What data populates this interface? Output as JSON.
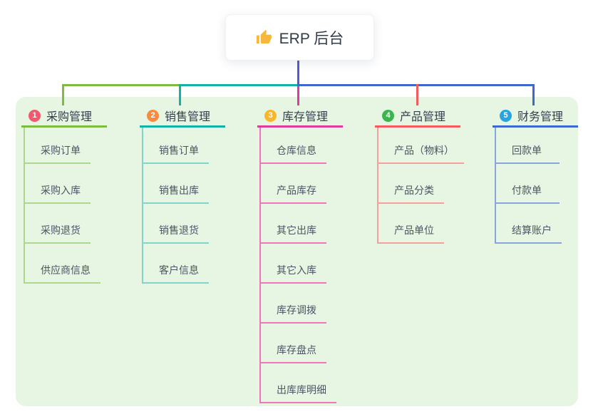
{
  "canvas": {
    "background": "#ffffff",
    "panel_background": "#e7f6e3"
  },
  "root": {
    "label": "ERP 后台",
    "icon": "thumbs-up-icon",
    "icon_color": "#f5b73c",
    "stem_color": "#4f5cd5"
  },
  "branches": [
    {
      "badge": "1",
      "label": "采购管理",
      "badge_color": "#f4586c",
      "line_color": "#7dbc40",
      "child_line_color": "#abd88b",
      "children": [
        "采购订单",
        "采购入库",
        "采购退货",
        "供应商信息"
      ]
    },
    {
      "badge": "2",
      "label": "销售管理",
      "badge_color": "#f78c3f",
      "line_color": "#14b1a6",
      "child_line_color": "#82d3cb",
      "children": [
        "销售订单",
        "销售出库",
        "销售退货",
        "客户信息"
      ]
    },
    {
      "badge": "3",
      "label": "库存管理",
      "badge_color": "#f8b62d",
      "line_color": "#e13a9d",
      "child_line_color": "#ef74bd",
      "children": [
        "仓库信息",
        "产品库存",
        "其它出库",
        "其它入库",
        "库存调拨",
        "库存盘点",
        "出库库明细"
      ]
    },
    {
      "badge": "4",
      "label": "产品管理",
      "badge_color": "#3bb54d",
      "line_color": "#f45b5e",
      "child_line_color": "#f89e9b",
      "children": [
        "产品（物料）",
        "产品分类",
        "产品单位"
      ]
    },
    {
      "badge": "5",
      "label": "财务管理",
      "badge_color": "#2aa3df",
      "line_color": "#3e68cf",
      "child_line_color": "#88a4dd",
      "children": [
        "回款单",
        "付款单",
        "结算账户"
      ]
    }
  ]
}
